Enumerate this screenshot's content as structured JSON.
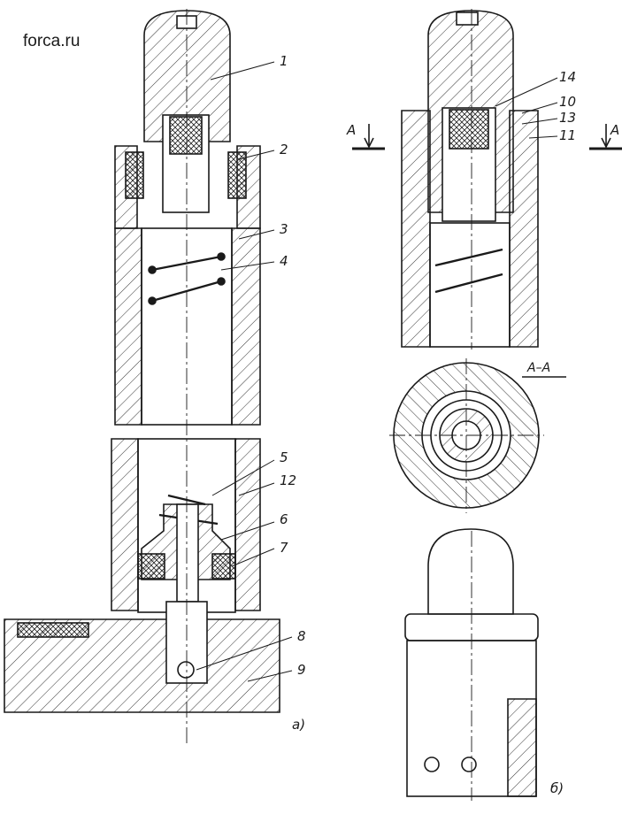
{
  "watermark": "forca.ru",
  "part_labels": [
    "1",
    "2",
    "3",
    "4",
    "5",
    "12",
    "6",
    "7",
    "8",
    "9",
    "14",
    "10",
    "13",
    "11"
  ],
  "section_marks": {
    "left": "A",
    "right": "A",
    "section_title": "A–A"
  },
  "view_labels": {
    "a": "а)",
    "b": "б)"
  },
  "colors": {
    "line": "#1a1a1a",
    "hatch": "#333333",
    "paper": "#ffffff"
  }
}
